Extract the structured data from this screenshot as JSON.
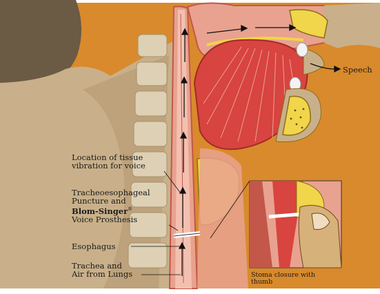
{
  "labels": {
    "speech": "Speech",
    "vibration": [
      "Location of tissue",
      "vibration for voice"
    ],
    "puncture": [
      "Tracheoesophageal",
      "Puncture and"
    ],
    "prosthesis_brand": "Blom-Singer",
    "prosthesis_brand_mark": "®",
    "prosthesis": "Voice Prosthesis",
    "esophagus": "Esophagus",
    "trachea": [
      "Trachea and",
      "Air from Lungs"
    ],
    "inset_caption": [
      "Stoma closure with",
      "thumb"
    ]
  },
  "colors": {
    "background": "#d98a2c",
    "skin": "#c9b08a",
    "tissue": "#e8a28f",
    "muscle": "#d8443f",
    "bone": "#f1d54a",
    "arrow": "#111111"
  }
}
